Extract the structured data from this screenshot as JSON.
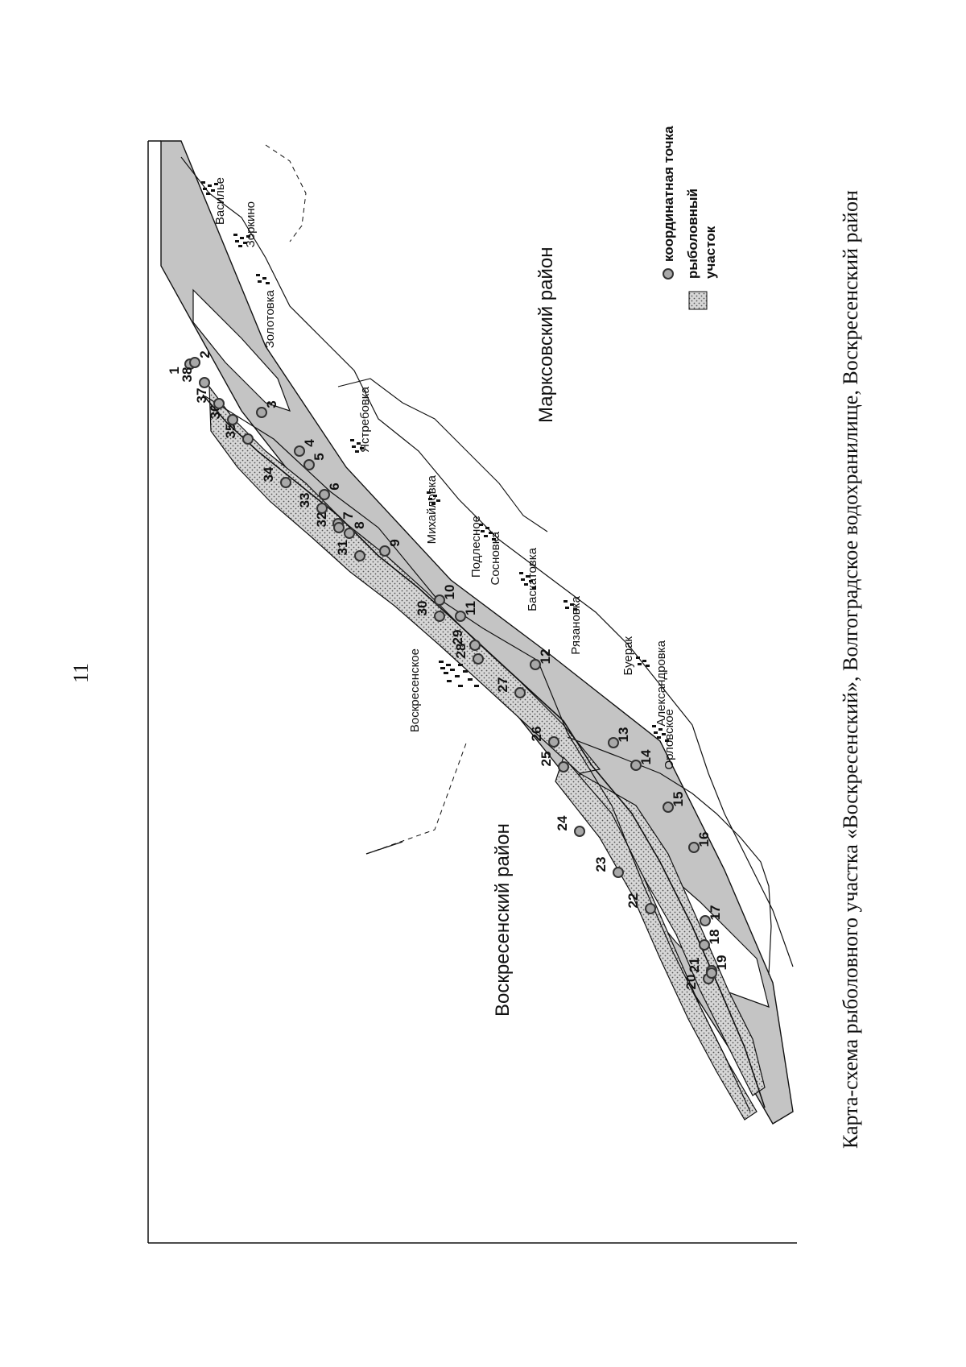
{
  "page_number": "11",
  "caption": "Карта-схема рыболовного участка «Воскресенский», Волгоградское водохранилище, Воскресенский район",
  "districts": [
    {
      "id": "voskresensky",
      "label": "Воскресенский район"
    },
    {
      "id": "marksovsky",
      "label": "Марксовский район"
    }
  ],
  "settlements": [
    {
      "id": "vasilye",
      "label": "Василье"
    },
    {
      "id": "zorkino",
      "label": "Зоркино"
    },
    {
      "id": "zolotovka",
      "label": "Золотовка"
    },
    {
      "id": "yastrebovka",
      "label": "Ястребовка"
    },
    {
      "id": "mikhaylovka",
      "label": "Михайловка"
    },
    {
      "id": "podlesnoe",
      "label": "Подлесное"
    },
    {
      "id": "sosnovka",
      "label": "Сосновка"
    },
    {
      "id": "baskatovka",
      "label": "Баскатовка"
    },
    {
      "id": "ryazanovka",
      "label": "Рязановка"
    },
    {
      "id": "aleksandrovka",
      "label": "Александровка"
    },
    {
      "id": "buerak",
      "label": "Буерак"
    },
    {
      "id": "orlovskoe",
      "label": "Орловское"
    },
    {
      "id": "voskresenskoe",
      "label": "Воскресенское"
    }
  ],
  "coordinate_point_labels": [
    "1",
    "2",
    "3",
    "4",
    "5",
    "6",
    "7",
    "8",
    "9",
    "10",
    "11",
    "12",
    "13",
    "14",
    "15",
    "16",
    "17",
    "18",
    "19",
    "20",
    "21",
    "22",
    "23",
    "24",
    "25",
    "26",
    "27",
    "28",
    "29",
    "30",
    "31",
    "32",
    "33",
    "34",
    "35",
    "36",
    "37",
    "38"
  ],
  "legend": {
    "point_label": "координатная точка",
    "area_label_line1": "рыболовный",
    "area_label_line2": "участок"
  },
  "colors": {
    "point_fill": "#a8a8a8",
    "area_fill": "#cfcfcf",
    "water_fill": "#c4c4c4",
    "ink": "#111111"
  },
  "icons": {
    "point": "grey-circle-marker",
    "area": "dotted-hatch-square"
  }
}
